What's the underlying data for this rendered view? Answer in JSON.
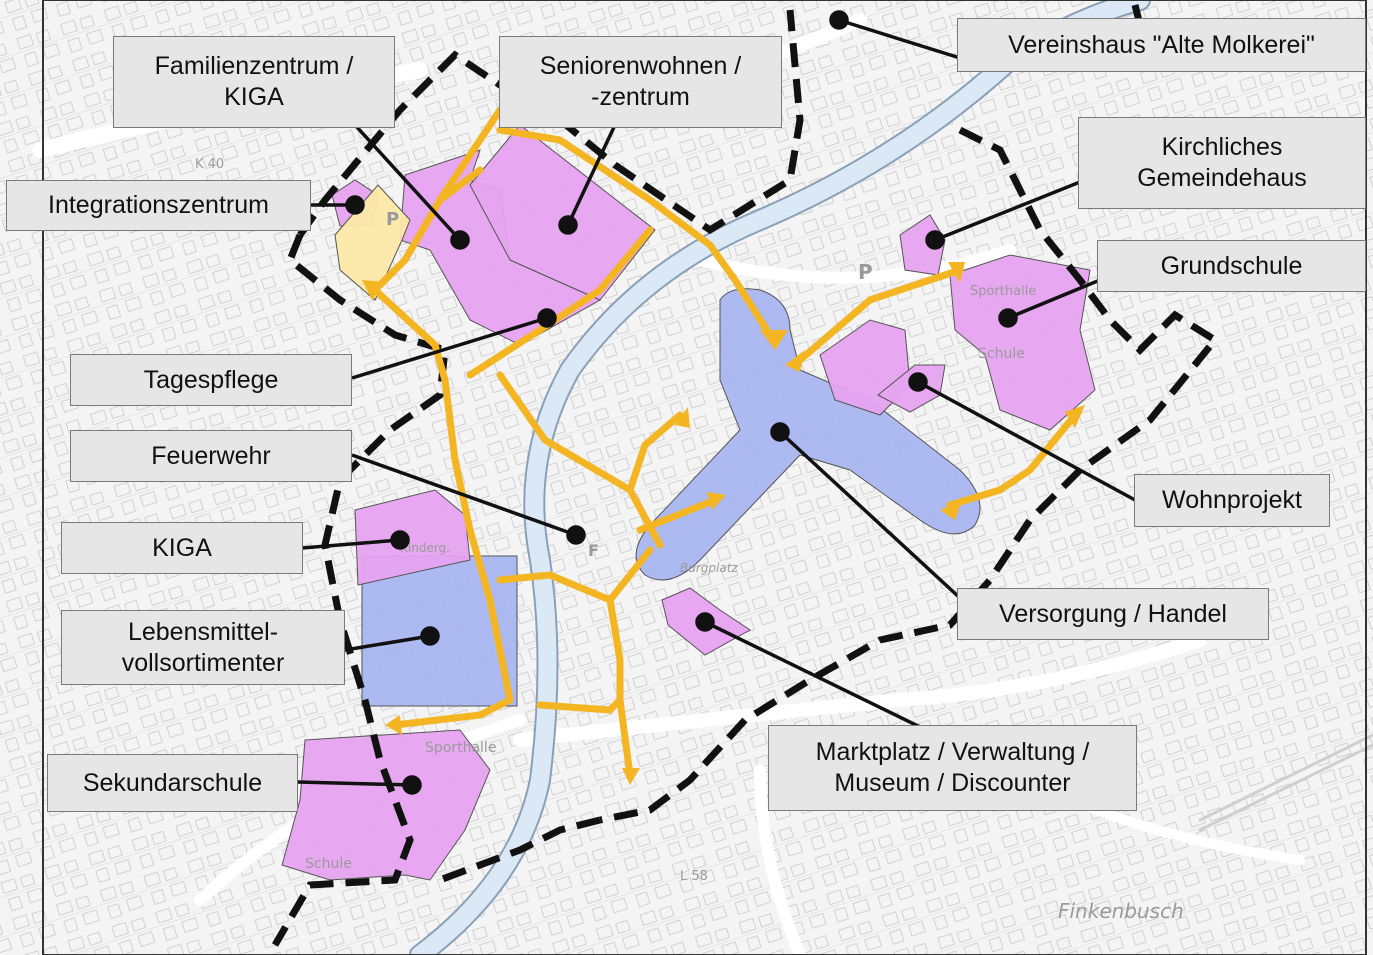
{
  "map": {
    "colors": {
      "background": "#f4f4f4",
      "community_facility": "#e6a3f0",
      "supply_trade": "#a9b6f0",
      "parking_area": "#fbe9a6",
      "path": "#f3b522",
      "river": "#dbe9f7",
      "boundary": "#111111"
    },
    "labels": {
      "vereinshaus": "Vereinshaus \"Alte Molkerei\"",
      "familienzentrum": "Familienzentrum /\nKIGA",
      "seniorenwohnen": "Seniorenwohnen /\n-zentrum",
      "integrationszentrum": "Integrationszentrum",
      "kirchliches": "Kirchliches\nGemeindehaus",
      "grundschule": "Grundschule",
      "tagespflege": "Tagespflege",
      "feuerwehr": "Feuerwehr",
      "wohnprojekt": "Wohnprojekt",
      "kiga": "KIGA",
      "lebensmittel": "Lebensmittel-\nvollsortimenter",
      "versorgung": "Versorgung / Handel",
      "marktplatz": "Marktplatz / Verwaltung /\nMuseum / Discounter",
      "sekundarschule": "Sekundarschule"
    },
    "basemap_text": {
      "finkenbusch": "Finkenbusch",
      "sporthalle": "Sporthalle",
      "schule": "Schule",
      "kindergarten": "Kinderg.",
      "burgplatz": "Burgplatz",
      "parking_symbol": "P",
      "fire_symbol": "F",
      "k40": "K 40",
      "l58": "L 58"
    }
  }
}
